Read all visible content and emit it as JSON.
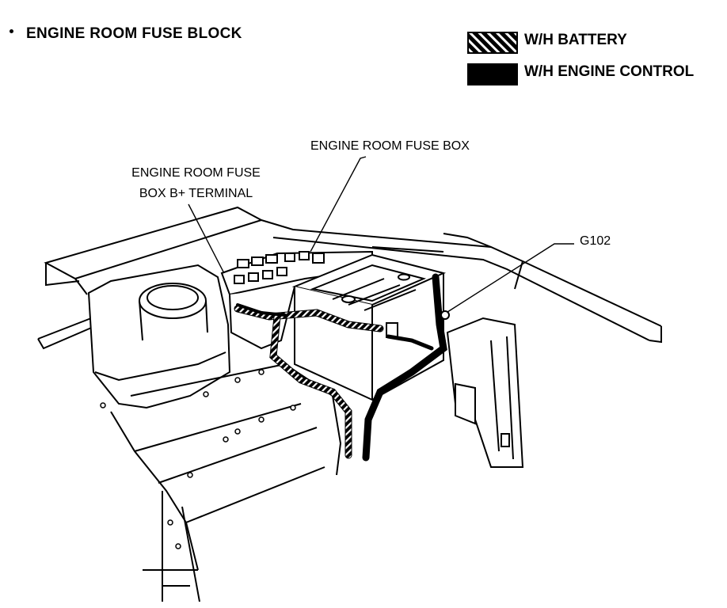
{
  "title": "ENGINE ROOM FUSE BLOCK",
  "legend": [
    {
      "label": "W/H BATTERY",
      "pattern": "hatched"
    },
    {
      "label": "W/H ENGINE CONTROL",
      "pattern": "solid"
    }
  ],
  "callouts": {
    "fuse_box": "ENGINE ROOM FUSE BOX",
    "b_plus_line1": "ENGINE ROOM FUSE",
    "b_plus_line2": "BOX B+ TERMINAL",
    "ground": "G102"
  }
}
